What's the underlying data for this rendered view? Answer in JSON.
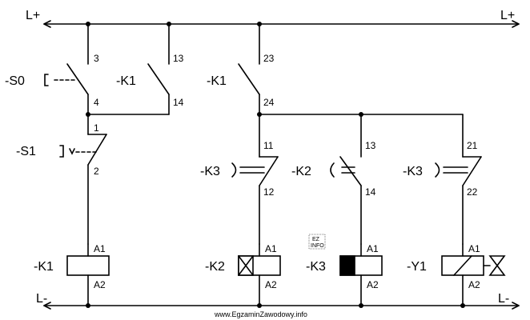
{
  "rails": {
    "top_left": "L+",
    "top_right": "L+",
    "bottom_left": "L-",
    "bottom_right": "L-"
  },
  "devices": {
    "s0": "-S0",
    "k1_a": "-K1",
    "k1_b": "-K1",
    "s1": "-S1",
    "k3_a": "-K3",
    "k2": "-K2",
    "k3_b": "-K3",
    "coil_k1": "-K1",
    "coil_k2": "-K2",
    "coil_k3": "-K3",
    "coil_y1": "-Y1"
  },
  "terminals": {
    "t3": "3",
    "t4": "4",
    "t13": "13",
    "t14": "14",
    "t23": "23",
    "t24": "24",
    "t1": "1",
    "t2": "2",
    "c1_11": "11",
    "c1_12": "12",
    "c2_13": "13",
    "c2_14": "14",
    "c3_21": "21",
    "c3_22": "22",
    "a1": "A1",
    "a2": "A2"
  },
  "logo": {
    "line1": "EZ",
    "line2": "INFO"
  },
  "watermark": "www.EgzaminZawodowy.info"
}
